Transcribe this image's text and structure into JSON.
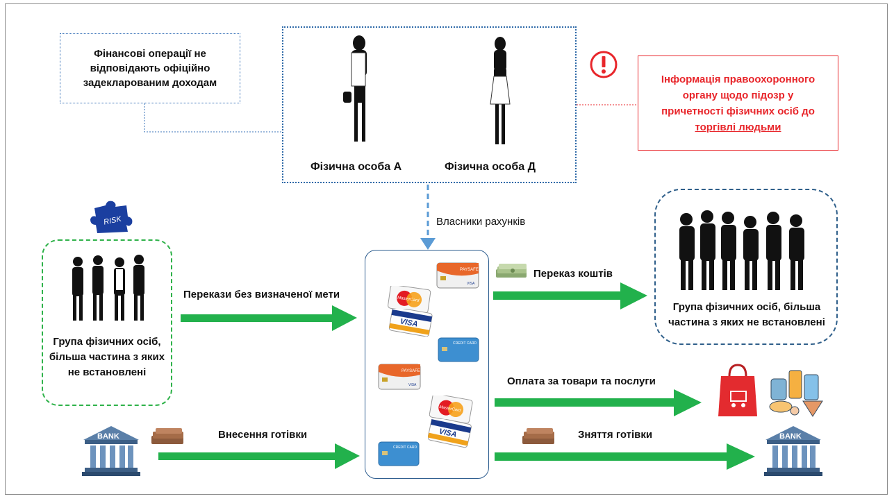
{
  "boxes": {
    "financial_ops": "Фінансові операції не відповідають офіційно задекларованим доходам",
    "person_a": "Фізична особа А",
    "person_d": "Фізична особа Д",
    "law_enforcement_line1": "Інформація правоохоронного органу щодо підозр у причетності фізичних осіб до",
    "law_enforcement_underlined": "торгівлі людьми"
  },
  "labels": {
    "account_owners": "Власники рахунків",
    "transfers_no_purpose": "Перекази без визначеної мети",
    "money_transfer": "Переказ коштів",
    "payment_goods": "Оплата за товари та послуги",
    "cash_deposit": "Внесення готівки",
    "cash_withdrawal": "Зняття готівки",
    "risk_badge": "RISK",
    "bank_left": "BANK",
    "bank_right": "BANK"
  },
  "groups": {
    "left": "Група фізичних осіб, більша частина з яких не встановлені",
    "right": "Група фізичних осіб, більша частина з яких не встановлені"
  },
  "cards": {
    "mastercard": "MasterCard",
    "visa": "VISA",
    "paysafe": "PAYSAFE",
    "credit": "CREDIT CARD"
  },
  "colors": {
    "arrow_green": "#22b14c",
    "arrow_blue": "#5b9bd5",
    "alert_red": "#e8262b",
    "box_blue": "#2f6aa8"
  }
}
